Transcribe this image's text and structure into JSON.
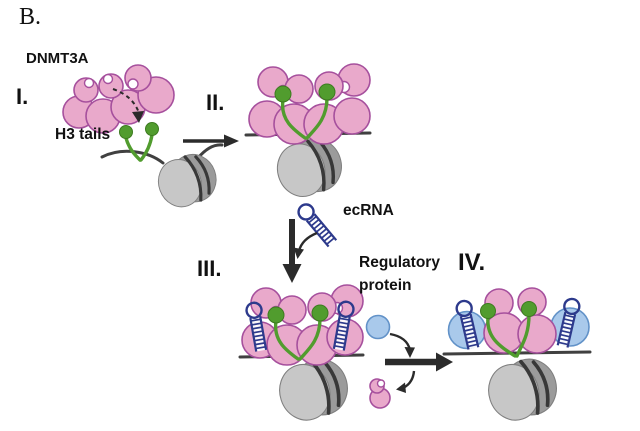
{
  "panel": {
    "label": "B."
  },
  "stages": {
    "i": {
      "numeral": "I."
    },
    "ii": {
      "numeral": "II."
    },
    "iii": {
      "numeral": "III."
    },
    "iv": {
      "numeral": "IV."
    }
  },
  "labels": {
    "dnmt3a": "DNMT3A",
    "h3_tails": "H3 tails",
    "ecrna": "ecRNA",
    "regulatory_line1": "Regulatory",
    "regulatory_line2": "protein"
  },
  "colors": {
    "text": "#111111",
    "dnmt3a_pink": "#e9a9cb",
    "dnmt3a_outline": "#a6509d",
    "h3_green": "#519c2e",
    "h3_green_dark": "#3d7b20",
    "nucleosome_light": "#c7c7c7",
    "nucleosome_mid": "#9b9b9b",
    "nucleosome_edge": "#7f7f7f",
    "nucleosome_stripe": "#383838",
    "dna": "#404040",
    "ecrna_navy": "#2d3a8c",
    "regulatory_blue": "#a9c9eb",
    "regulatory_blue_outline": "#6292c8",
    "arrow": "#2b2b2b"
  }
}
